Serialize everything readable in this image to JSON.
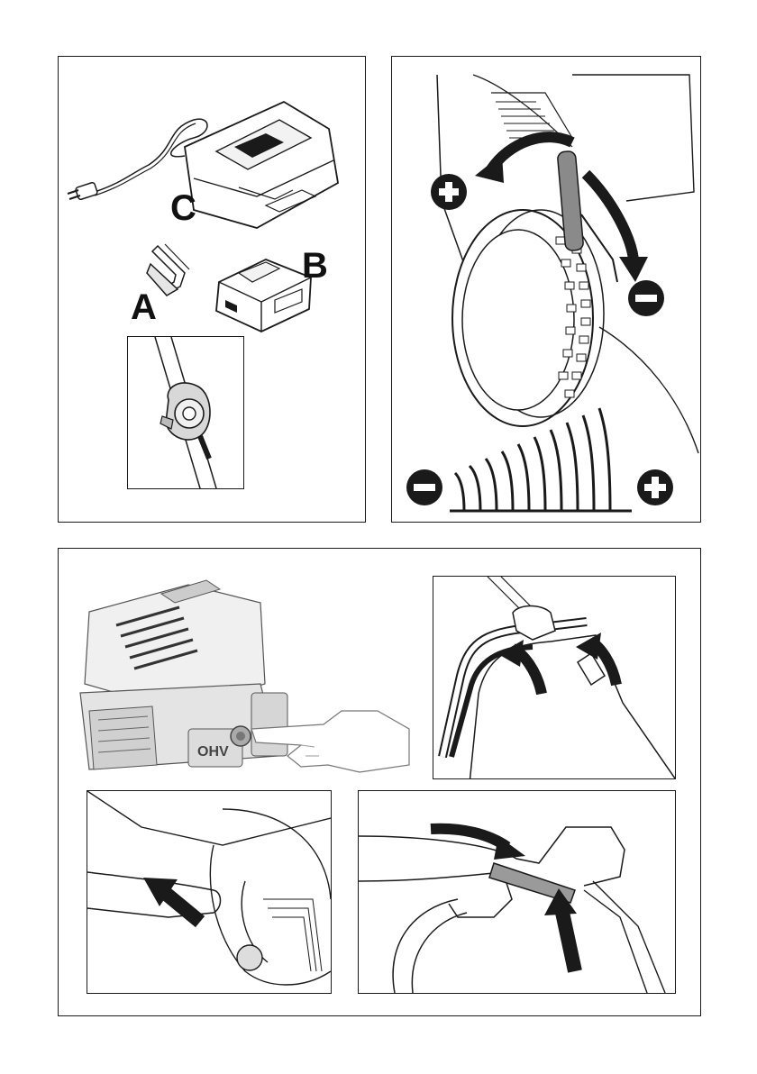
{
  "figure1": {
    "label_c": "C",
    "label_a": "A",
    "label_b": "B"
  },
  "engine": {
    "badge": "OHV"
  },
  "height_adjust": {
    "plus_symbol": "+",
    "minus_symbol": "−"
  },
  "colors": {
    "line": "#1a1a1a",
    "shade": "#9a9a9a",
    "light": "#e6e6e6"
  }
}
